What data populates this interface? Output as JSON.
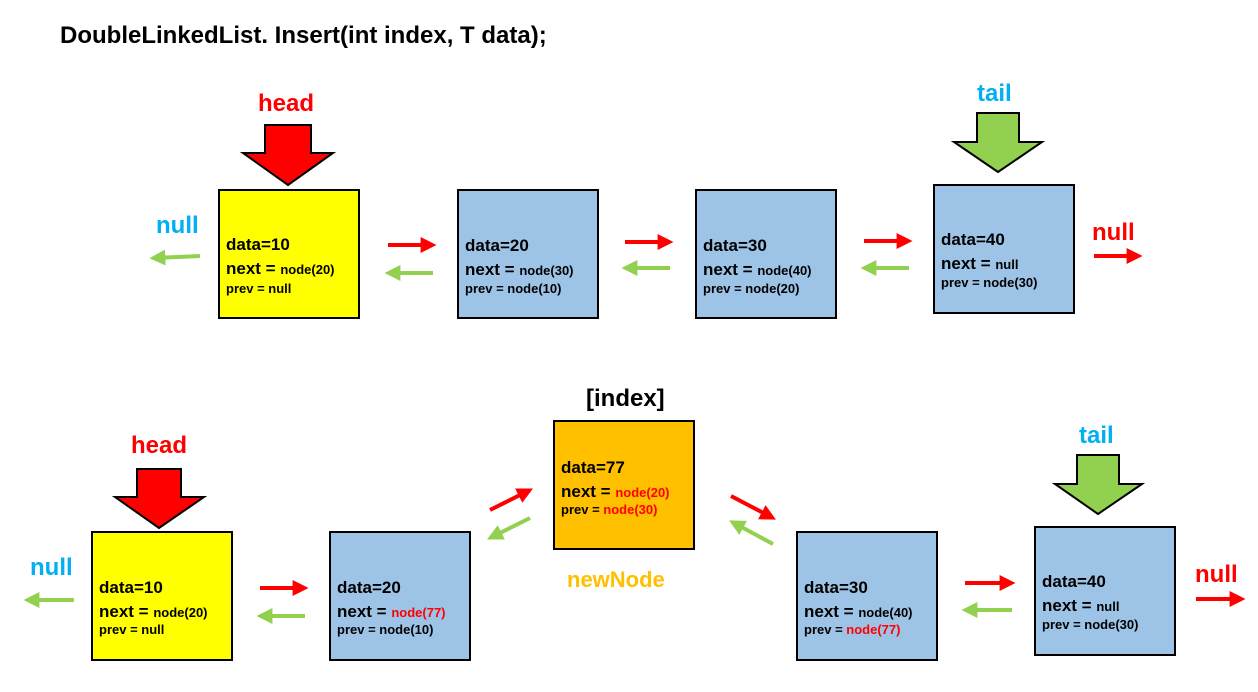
{
  "title": "DoubleLinkedList. Insert(int index, T data);",
  "labels": {
    "head": "head",
    "tail": "tail",
    "null": "null",
    "index": "[index]",
    "new_node": "newNode"
  },
  "colors": {
    "head": "#ff0000",
    "tail": "#00b0f0",
    "new_node_label": "#ffc000",
    "head_arrow": "#ff0000",
    "tail_arrow": "#92d050",
    "next_arrow": "#ff0000",
    "prev_arrow": "#92d050",
    "head_node_fill": "#ffff00",
    "node_fill": "#9dc3e6",
    "new_node_fill": "#ffc000"
  },
  "before": {
    "nodes": [
      {
        "data": "data=10",
        "next_label": "next = ",
        "next": "node(20)",
        "prev": "prev = null"
      },
      {
        "data": "data=20",
        "next_label": "next = ",
        "next": "node(30)",
        "prev": "prev = node(10)"
      },
      {
        "data": "data=30",
        "next_label": "next = ",
        "next": "node(40)",
        "prev": "prev = node(20)"
      },
      {
        "data": "data=40",
        "next_label": "next = ",
        "next": "null",
        "prev": "prev = node(30)"
      }
    ]
  },
  "after": {
    "nodes": [
      {
        "data": "data=10",
        "next_label": "next = ",
        "next": "node(20)",
        "prev": "prev = null"
      },
      {
        "data": "data=20",
        "next_label": "next = ",
        "next": "node(77)",
        "prev": "prev = node(10)"
      },
      {
        "data": "data=77",
        "next_label": "next = ",
        "next": "node(20)",
        "prev_label": "prev = ",
        "prev": "node(30)"
      },
      {
        "data": "data=30",
        "next_label": "next = ",
        "next": "node(40)",
        "prev_label": "prev = ",
        "prev": "node(77)"
      },
      {
        "data": "data=40",
        "next_label": "next = ",
        "next": "null",
        "prev": "prev = node(30)"
      }
    ]
  }
}
